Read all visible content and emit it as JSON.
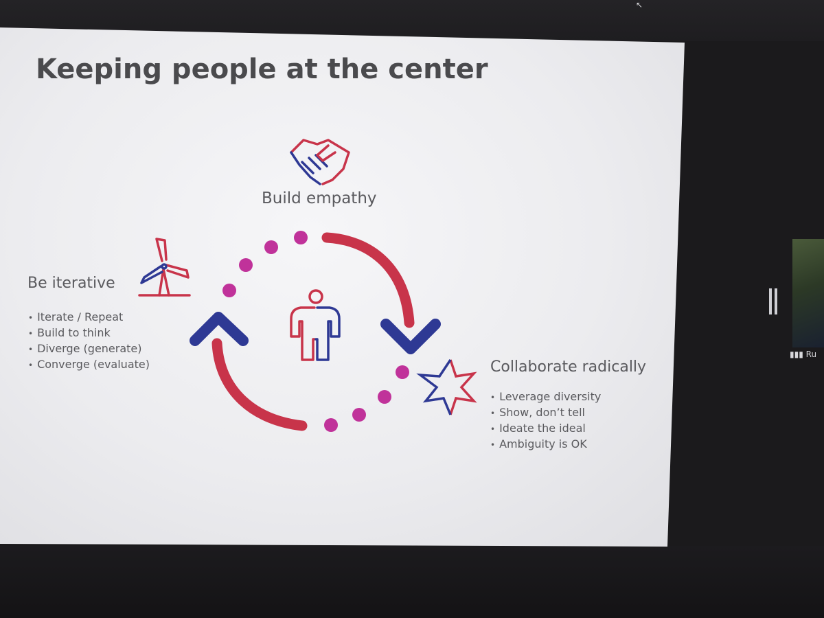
{
  "slide": {
    "title": "Keeping people at the center",
    "empathy_label": "Build empathy",
    "iterative_label": "Be iterative",
    "iterative_bullets": [
      "Iterate / Repeat",
      "Build to think",
      "Diverge (generate)",
      "Converge (evaluate)"
    ],
    "collab_label": "Collaborate radically",
    "collab_bullets": [
      "Leverage diversity",
      "Show, don’t tell",
      "Ideate the ideal",
      "Ambiguity is OK"
    ]
  },
  "call": {
    "participant_label": "Ru"
  },
  "colors": {
    "red": "#c8344a",
    "blue": "#2e3994",
    "dots": "#c0329a",
    "text": "#5a5a5e",
    "title": "#4a4a4d"
  },
  "icons": [
    "handshake-icon",
    "windmill-icon",
    "person-icon",
    "starburst-icon",
    "signal-bars-icon",
    "cursor-icon"
  ]
}
